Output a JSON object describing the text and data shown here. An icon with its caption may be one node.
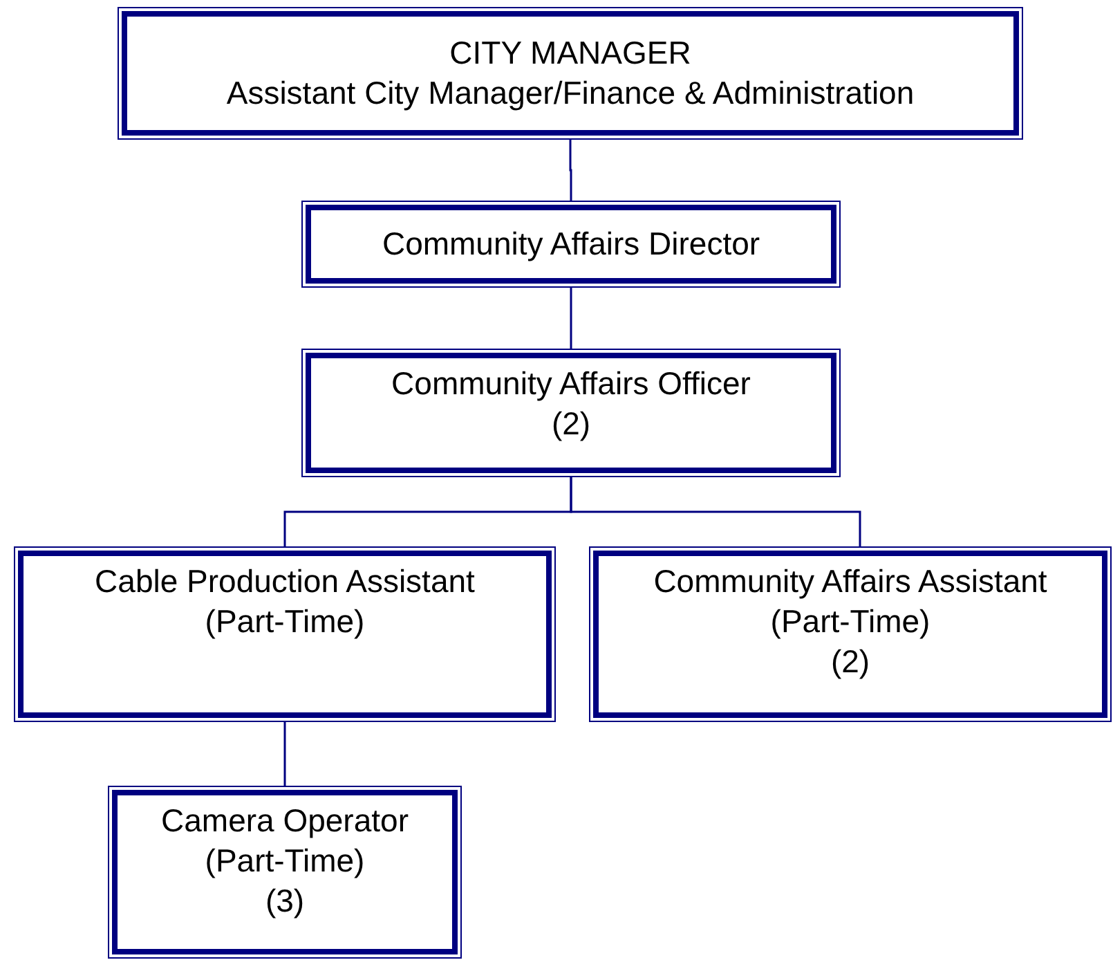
{
  "diagram": {
    "nodes": [
      {
        "text": [
          "CITY MANAGER",
          "Assistant City Manager/Finance & Administration"
        ]
      },
      {
        "text": [
          "Community Affairs Director"
        ]
      },
      {
        "text": [
          "Community Affairs Officer",
          "(2)"
        ]
      },
      {
        "text": [
          "Cable Production Assistant",
          "(Part-Time)"
        ]
      },
      {
        "text": [
          "Community Affairs Assistant",
          "(Part-Time)",
          "(2)"
        ]
      },
      {
        "text": [
          "Camera Operator",
          "(Part-Time)",
          "(3)"
        ]
      }
    ],
    "edges": [
      {
        "from": 0,
        "to": 1,
        "arrow": "none"
      },
      {
        "from": 1,
        "to": 2,
        "arrow": "none"
      },
      {
        "from": 2,
        "to": 3,
        "arrow": "none"
      },
      {
        "from": 2,
        "to": 4,
        "arrow": "none"
      },
      {
        "from": 3,
        "to": 5,
        "arrow": "none"
      }
    ]
  }
}
